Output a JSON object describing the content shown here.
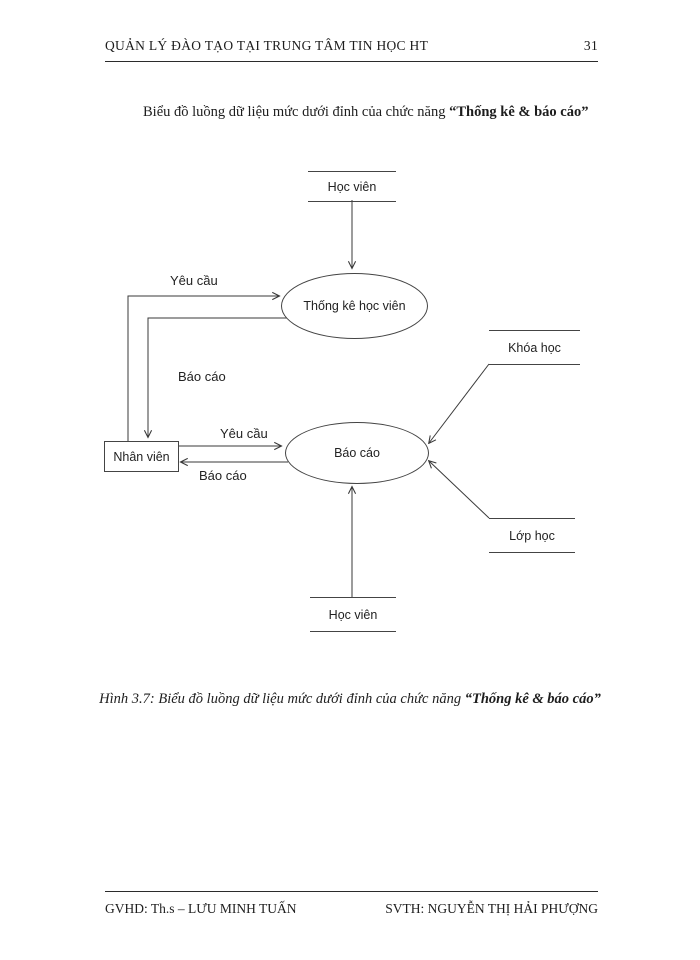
{
  "header": {
    "title": "QUẢN LÝ ĐÀO TẠO TẠI TRUNG TÂM TIN HỌC HT",
    "page_number": "31"
  },
  "intro": {
    "text": "Biểu đồ luồng dữ liệu mức dưới đỉnh của chức năng ",
    "emphasis": "“Thống kê & báo cáo”"
  },
  "diagram": {
    "stores": {
      "hoc_vien_top": "Học viên",
      "khoa_hoc": "Khóa học",
      "lop_hoc": "Lớp học",
      "hoc_vien_bottom": "Học viên"
    },
    "processes": {
      "thong_ke_hoc_vien": "Thống kê học viên",
      "bao_cao": "Báo cáo"
    },
    "entities": {
      "nhan_vien": "Nhân viên"
    },
    "edge_labels": {
      "yeu_cau_top": "Yêu cầu",
      "bao_cao_left": "Báo cáo",
      "yeu_cau_mid": "Yêu cầu",
      "bao_cao_mid": "Báo cáo"
    }
  },
  "caption": {
    "label": "Hình 3.7: ",
    "text": "Biểu đồ luồng dữ liệu mức dưới đỉnh của chức năng ",
    "emphasis": "“Thống kê & báo cáo”"
  },
  "footer": {
    "left": "GVHD: Th.s – LƯU MINH TUẤN",
    "right": "SVTH: NGUYỄN THỊ HẢI PHƯỢNG"
  },
  "colors": {
    "ink": "#1d1d1d",
    "line": "#3a3a3a"
  }
}
